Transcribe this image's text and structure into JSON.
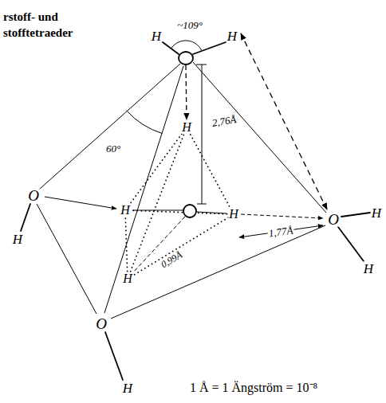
{
  "diagram": {
    "title": "rstoff- und stofftetraeder",
    "labels": [
      "~109°",
      "H",
      "H",
      "60°",
      "2,76Å",
      "O",
      "H",
      "H",
      "H",
      "O",
      "H",
      "H",
      "0,99Å",
      "1,77Å",
      "H",
      "H",
      "O",
      "H",
      "1 Å = 1 Ängström = 10⁻⁸"
    ]
  }
}
